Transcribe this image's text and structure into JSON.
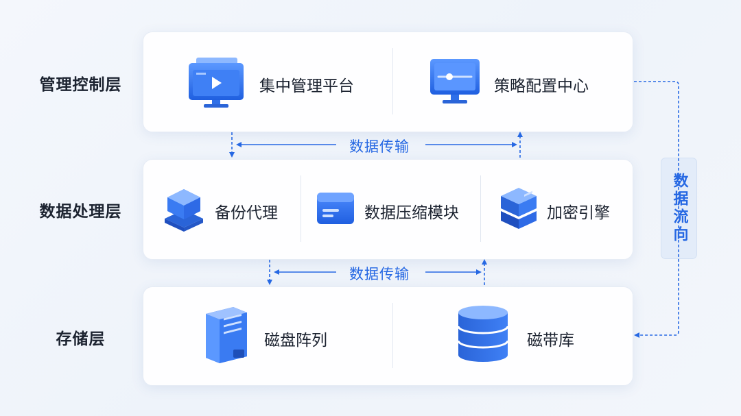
{
  "layers": {
    "management": {
      "label": "管理控制层",
      "items": [
        "集中管理平台",
        "策略配置中心"
      ]
    },
    "processing": {
      "label": "数据处理层",
      "items": [
        "备份代理",
        "数据压缩模块",
        "加密引擎"
      ]
    },
    "storage": {
      "label": "存储层",
      "items": [
        "磁盘阵列",
        "磁带库"
      ]
    }
  },
  "transfer_label": "数据传输",
  "flow_label": "数据流向",
  "icons": [
    "monitor-play-icon",
    "monitor-slider-icon",
    "stacked-layers-icon",
    "server-box-icon",
    "encryption-stack-icon",
    "server-tower-icon",
    "database-icon"
  ],
  "colors": {
    "accent": "#2668e3",
    "icon_blue": "#3a7bf2",
    "icon_light": "#7fb0ff",
    "text": "#1c2330"
  }
}
